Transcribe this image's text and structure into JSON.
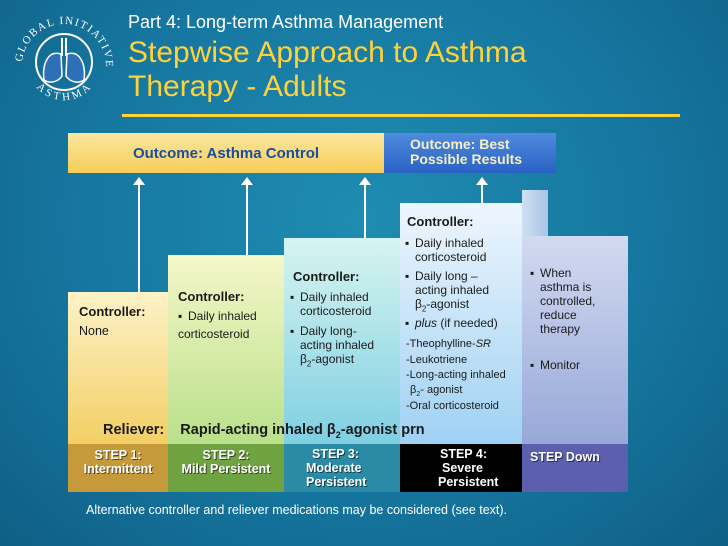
{
  "logo": {
    "top_text": "GLOBAL INITIATIVE FOR",
    "bottom_text": "ASTHMA"
  },
  "header": {
    "part": "Part 4:  Long-term Asthma Management",
    "title_line1": "Stepwise Approach to Asthma",
    "title_line2": "Therapy - Adults"
  },
  "outcomes": {
    "control": "Outcome: Asthma Control",
    "best_line1": "Outcome:  Best",
    "best_line2": "Possible Results"
  },
  "steps": [
    {
      "controller_title": "Controller:",
      "items": [
        "None"
      ],
      "label_lines": [
        "STEP 1:",
        "Intermittent"
      ]
    },
    {
      "controller_title": "Controller:",
      "items": [
        "Daily inhaled",
        "corticosteroid"
      ],
      "label_lines": [
        "STEP 2:",
        "Mild Persistent"
      ]
    },
    {
      "controller_title": "Controller:",
      "items": [
        "Daily inhaled",
        "corticosteroid",
        "Daily long-",
        "acting inhaled",
        "β",
        "2",
        "-agonist"
      ],
      "label_lines": [
        "STEP 3:",
        "Moderate",
        "Persistent"
      ]
    },
    {
      "controller_title": "Controller:",
      "items": [
        "Daily inhaled",
        "corticosteroid",
        "Daily long –",
        "acting inhaled",
        "β",
        "2",
        "-agonist",
        "plus",
        " (if needed)"
      ],
      "alternatives": [
        "-Theophylline-",
        "SR",
        "-Leukotriene",
        "-Long-acting inhaled",
        "β",
        "2",
        "- agonist",
        "-Oral corticosteroid"
      ],
      "label_lines": [
        "STEP 4:",
        "Severe",
        "Persistent"
      ]
    },
    {
      "items": [
        "When",
        "asthma is",
        "controlled,",
        "reduce",
        "therapy",
        "Monitor"
      ],
      "label_lines": [
        "STEP Down"
      ]
    }
  ],
  "reliever": {
    "prefix": "Reliever:",
    "text_a": "Rapid-acting inhaled β",
    "text_sub": "2",
    "text_b": "-agonist prn"
  },
  "footnote": "Alternative controller and reliever medications  may be considered (see text).",
  "colors": {
    "background": "#1677a0",
    "title": "#ffd23a",
    "outcome_control": "#f6cd58",
    "outcome_best": "#2a62c4"
  }
}
